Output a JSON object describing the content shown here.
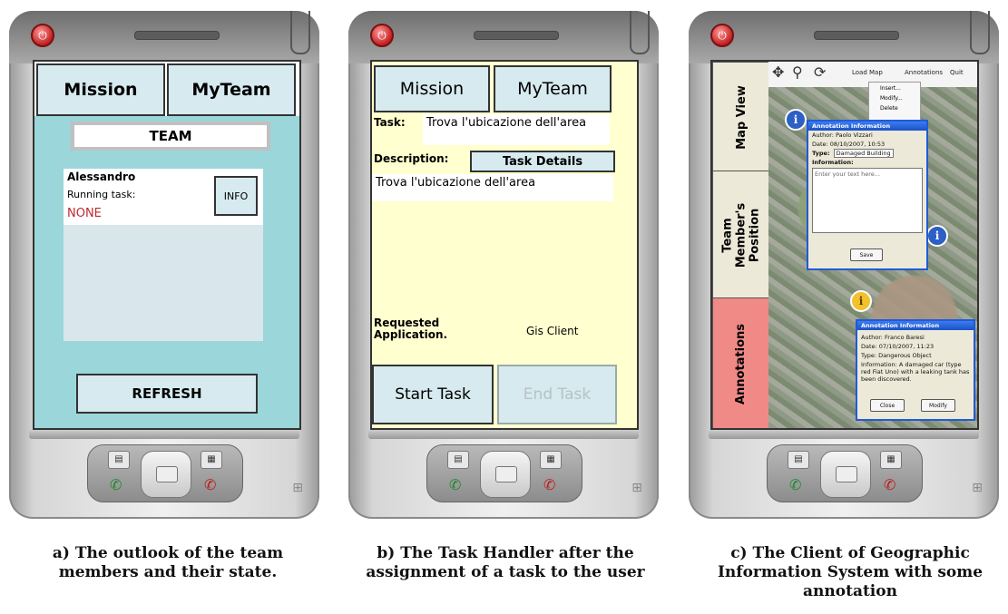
{
  "phones": [
    {
      "caption": "a) The outlook of the team members and their state.",
      "tabs": [
        "Mission",
        "MyTeam"
      ],
      "team_title": "TEAM",
      "member": {
        "name": "Alessandro",
        "running_label": "Running task:",
        "running_value": "NONE",
        "info_label": "INFO"
      },
      "refresh_label": "REFRESH"
    },
    {
      "caption": "b) The Task Handler after the assignment of a task to the user",
      "tabs": [
        "Mission",
        "MyTeam"
      ],
      "task_label": "Task:",
      "task_value": "Trova l'ubicazione dell'area",
      "description_label": "Description:",
      "details_button": "Task Details",
      "description_value": "Trova l'ubicazione dell'area",
      "requested_label": "Requested Application.",
      "requested_value": "Gis Client",
      "start_button": "Start Task",
      "end_button": "End Task"
    },
    {
      "caption": "c) The Client of Geographic Information System with some annotation",
      "side_tabs": [
        "Map View",
        "Team Member's Position",
        "Annotations"
      ],
      "toolbar": [
        "Load Map",
        "Annotations",
        "Quit"
      ],
      "menu": [
        "Insert...",
        "Modify...",
        "Delete"
      ],
      "dialog1": {
        "title": "Annotation Information",
        "author": "Author: Paolo Vizzari",
        "date": "Date: 08/10/2007, 10:53",
        "type_label": "Type:",
        "type_value": "Damaged Building",
        "info_label": "Information:",
        "text_placeholder": "Enter your text here...",
        "save": "Save"
      },
      "dialog2": {
        "title": "Annotation Information",
        "author": "Author: Franco Baresi",
        "date": "Date: 07/10/2007, 11:23",
        "type": "Type: Dangerous Object",
        "information": "Information: A damaged car (type red Fiat Uno) with a leaking tank has been discovered.",
        "close": "Close",
        "modify": "Modify"
      }
    }
  ]
}
